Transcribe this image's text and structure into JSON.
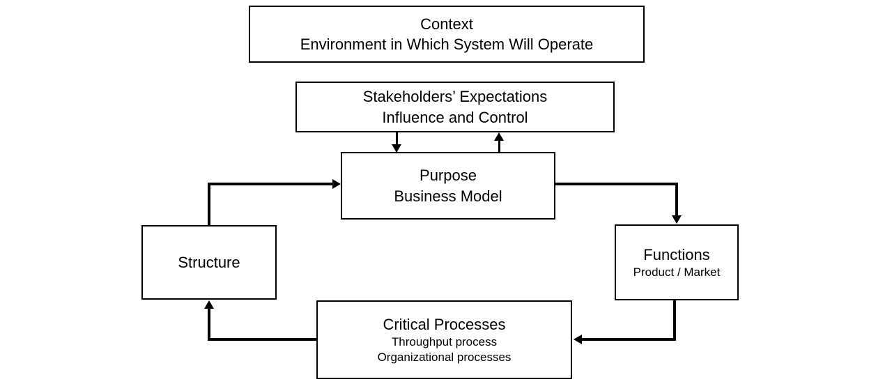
{
  "diagram": {
    "type": "block-flow-diagram",
    "background_color": "#ffffff",
    "line_color": "#000000",
    "nodes": [
      {
        "id": "context",
        "title": "Context",
        "subtitle": "Environment in Which System Will Operate"
      },
      {
        "id": "stakeholders",
        "title": "Stakeholders’ Expectations",
        "subtitle": "Influence and Control"
      },
      {
        "id": "purpose",
        "title": "Purpose",
        "subtitle": "Business Model"
      },
      {
        "id": "structure",
        "title": "Structure"
      },
      {
        "id": "functions",
        "title": "Functions",
        "subtitle": "Product / Market"
      },
      {
        "id": "processes",
        "title": "Critical Processes",
        "subtitle": "Throughput process",
        "subtitle2": "Organizational processes"
      }
    ],
    "connectors": [
      {
        "from": "stakeholders",
        "to": "purpose",
        "direction": "down"
      },
      {
        "from": "purpose",
        "to": "stakeholders",
        "direction": "up"
      },
      {
        "from": "structure",
        "to": "purpose",
        "direction": "right"
      },
      {
        "from": "purpose",
        "to": "functions",
        "direction": "down"
      },
      {
        "from": "functions",
        "to": "processes",
        "direction": "left"
      },
      {
        "from": "processes",
        "to": "structure",
        "direction": "up"
      }
    ]
  }
}
